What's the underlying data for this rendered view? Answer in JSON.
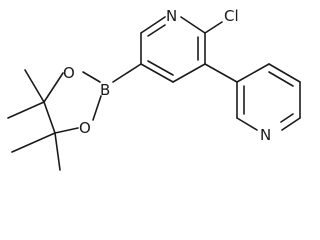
{
  "molecule": {
    "atoms": {
      "n_top": "N",
      "cl": "Cl",
      "b": "B",
      "o_top": "O",
      "o_bottom": "O",
      "n_pyridyl": "N"
    }
  }
}
